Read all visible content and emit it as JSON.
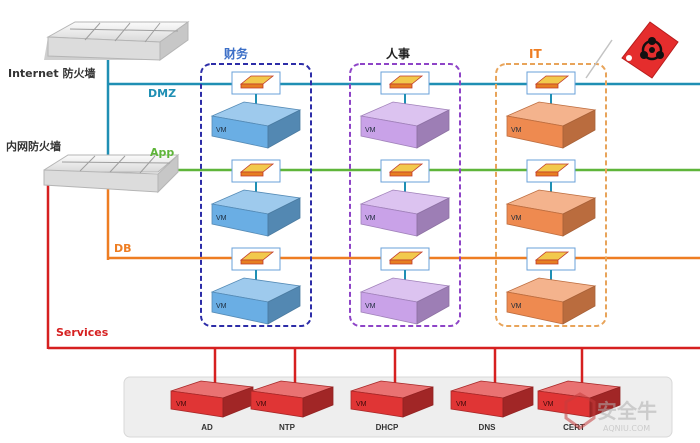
{
  "firewalls": {
    "internet_label": "Internet 防火墙",
    "intranet_label": "内网防火墙"
  },
  "networks": [
    {
      "label": "DMZ",
      "color": "#1f8fb4"
    },
    {
      "label": "App",
      "color": "#5fb53a"
    },
    {
      "label": "DB",
      "color": "#ee7d22"
    },
    {
      "label": "Services",
      "color": "#d62020"
    }
  ],
  "groups": [
    {
      "label": "财务",
      "label_color": "#3c6fc7",
      "border": "#2d2da8",
      "vm_color": "#6aaee4"
    },
    {
      "label": "人事",
      "label_color": "#222222",
      "border": "#8e44c7",
      "vm_color": "#c9a2e8"
    },
    {
      "label": "IT",
      "label_color": "#ee7d22",
      "border": "#e8a45a",
      "vm_color": "#ee8a50"
    }
  ],
  "vm_label": "VM",
  "services": [
    {
      "label": "AD"
    },
    {
      "label": "NTP"
    },
    {
      "label": "DHCP"
    },
    {
      "label": "DNS"
    },
    {
      "label": "CERT"
    }
  ],
  "watermark": {
    "text": "安全牛",
    "sub": "AQNIU.COM"
  },
  "colors": {
    "service_vm": "#e03535",
    "tag": "#e52d2d"
  },
  "icons": [
    "firewall-icon",
    "biohazard-tag-icon",
    "switch-icon",
    "vm-icon"
  ]
}
